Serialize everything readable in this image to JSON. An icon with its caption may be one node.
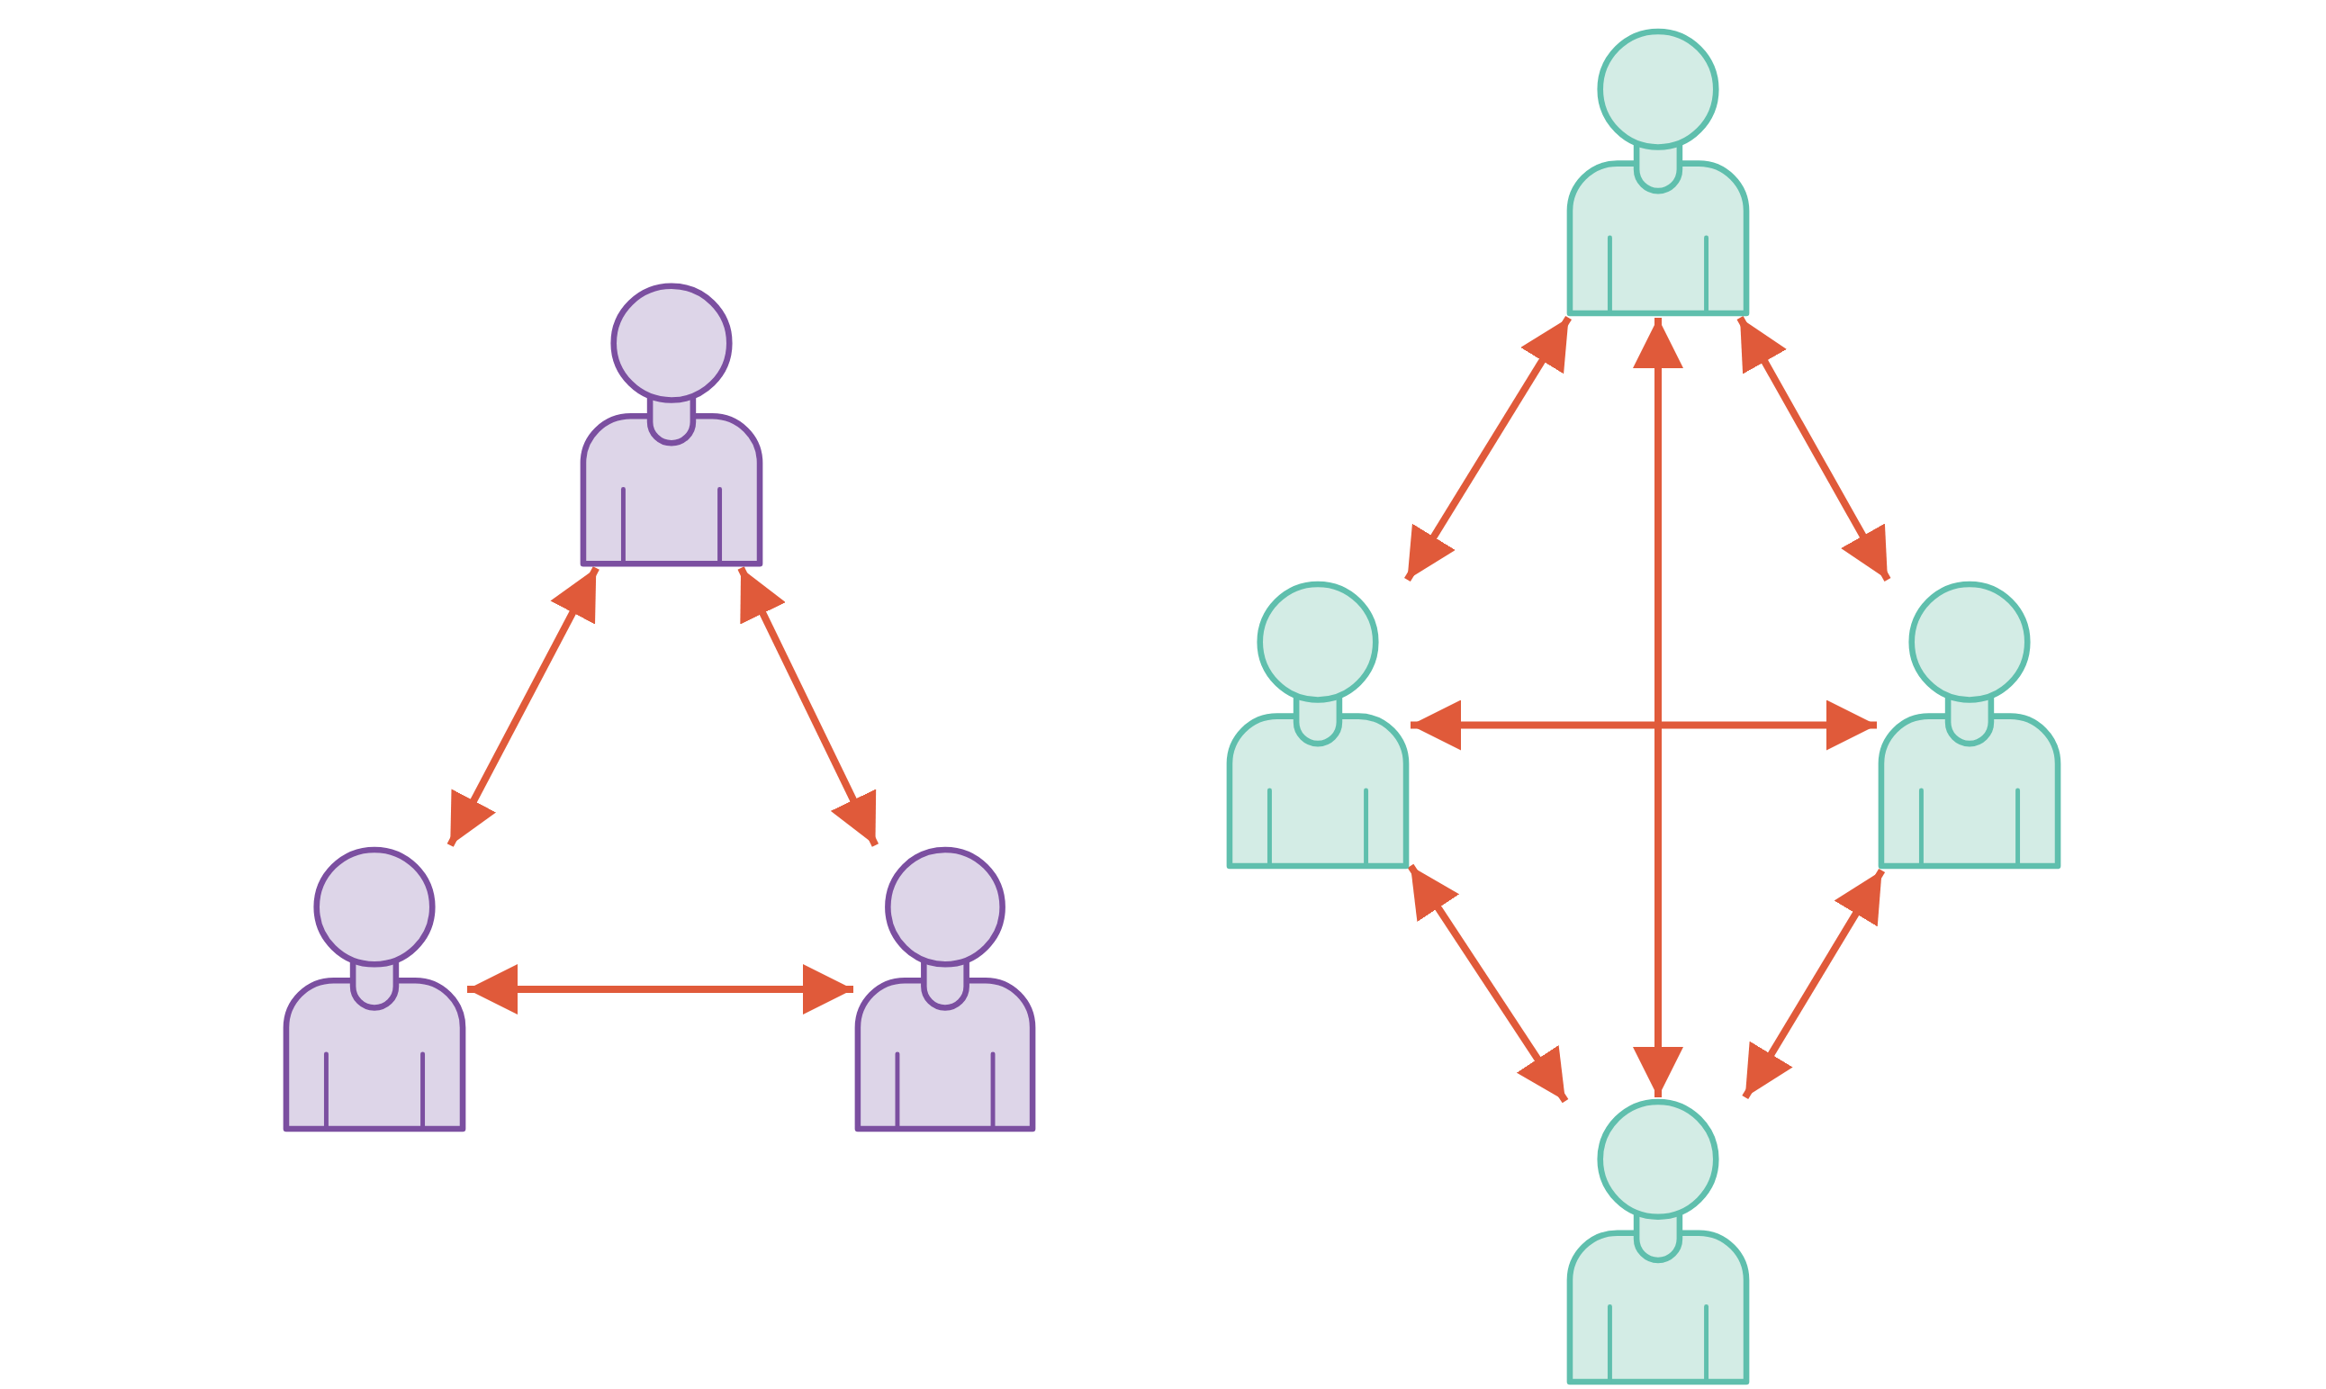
{
  "diagram": {
    "nodes": [
      {
        "text": [],
        "shape": "person"
      },
      {
        "text": [],
        "shape": "person"
      },
      {
        "text": [],
        "shape": "person"
      },
      {
        "text": [],
        "shape": "person"
      },
      {
        "text": [],
        "shape": "person"
      },
      {
        "text": [],
        "shape": "person"
      },
      {
        "text": [],
        "shape": "person"
      }
    ],
    "edges": [
      {
        "from": 0,
        "to": 1,
        "arrow": "both"
      },
      {
        "from": 0,
        "to": 2,
        "arrow": "both"
      },
      {
        "from": 1,
        "to": 2,
        "arrow": "both"
      },
      {
        "from": 3,
        "to": 4,
        "arrow": "both"
      },
      {
        "from": 3,
        "to": 5,
        "arrow": "both"
      },
      {
        "from": 4,
        "to": 6,
        "arrow": "both"
      },
      {
        "from": 5,
        "to": 6,
        "arrow": "both"
      },
      {
        "from": 3,
        "to": 6,
        "arrow": "both"
      },
      {
        "from": 4,
        "to": 5,
        "arrow": "both"
      }
    ]
  }
}
